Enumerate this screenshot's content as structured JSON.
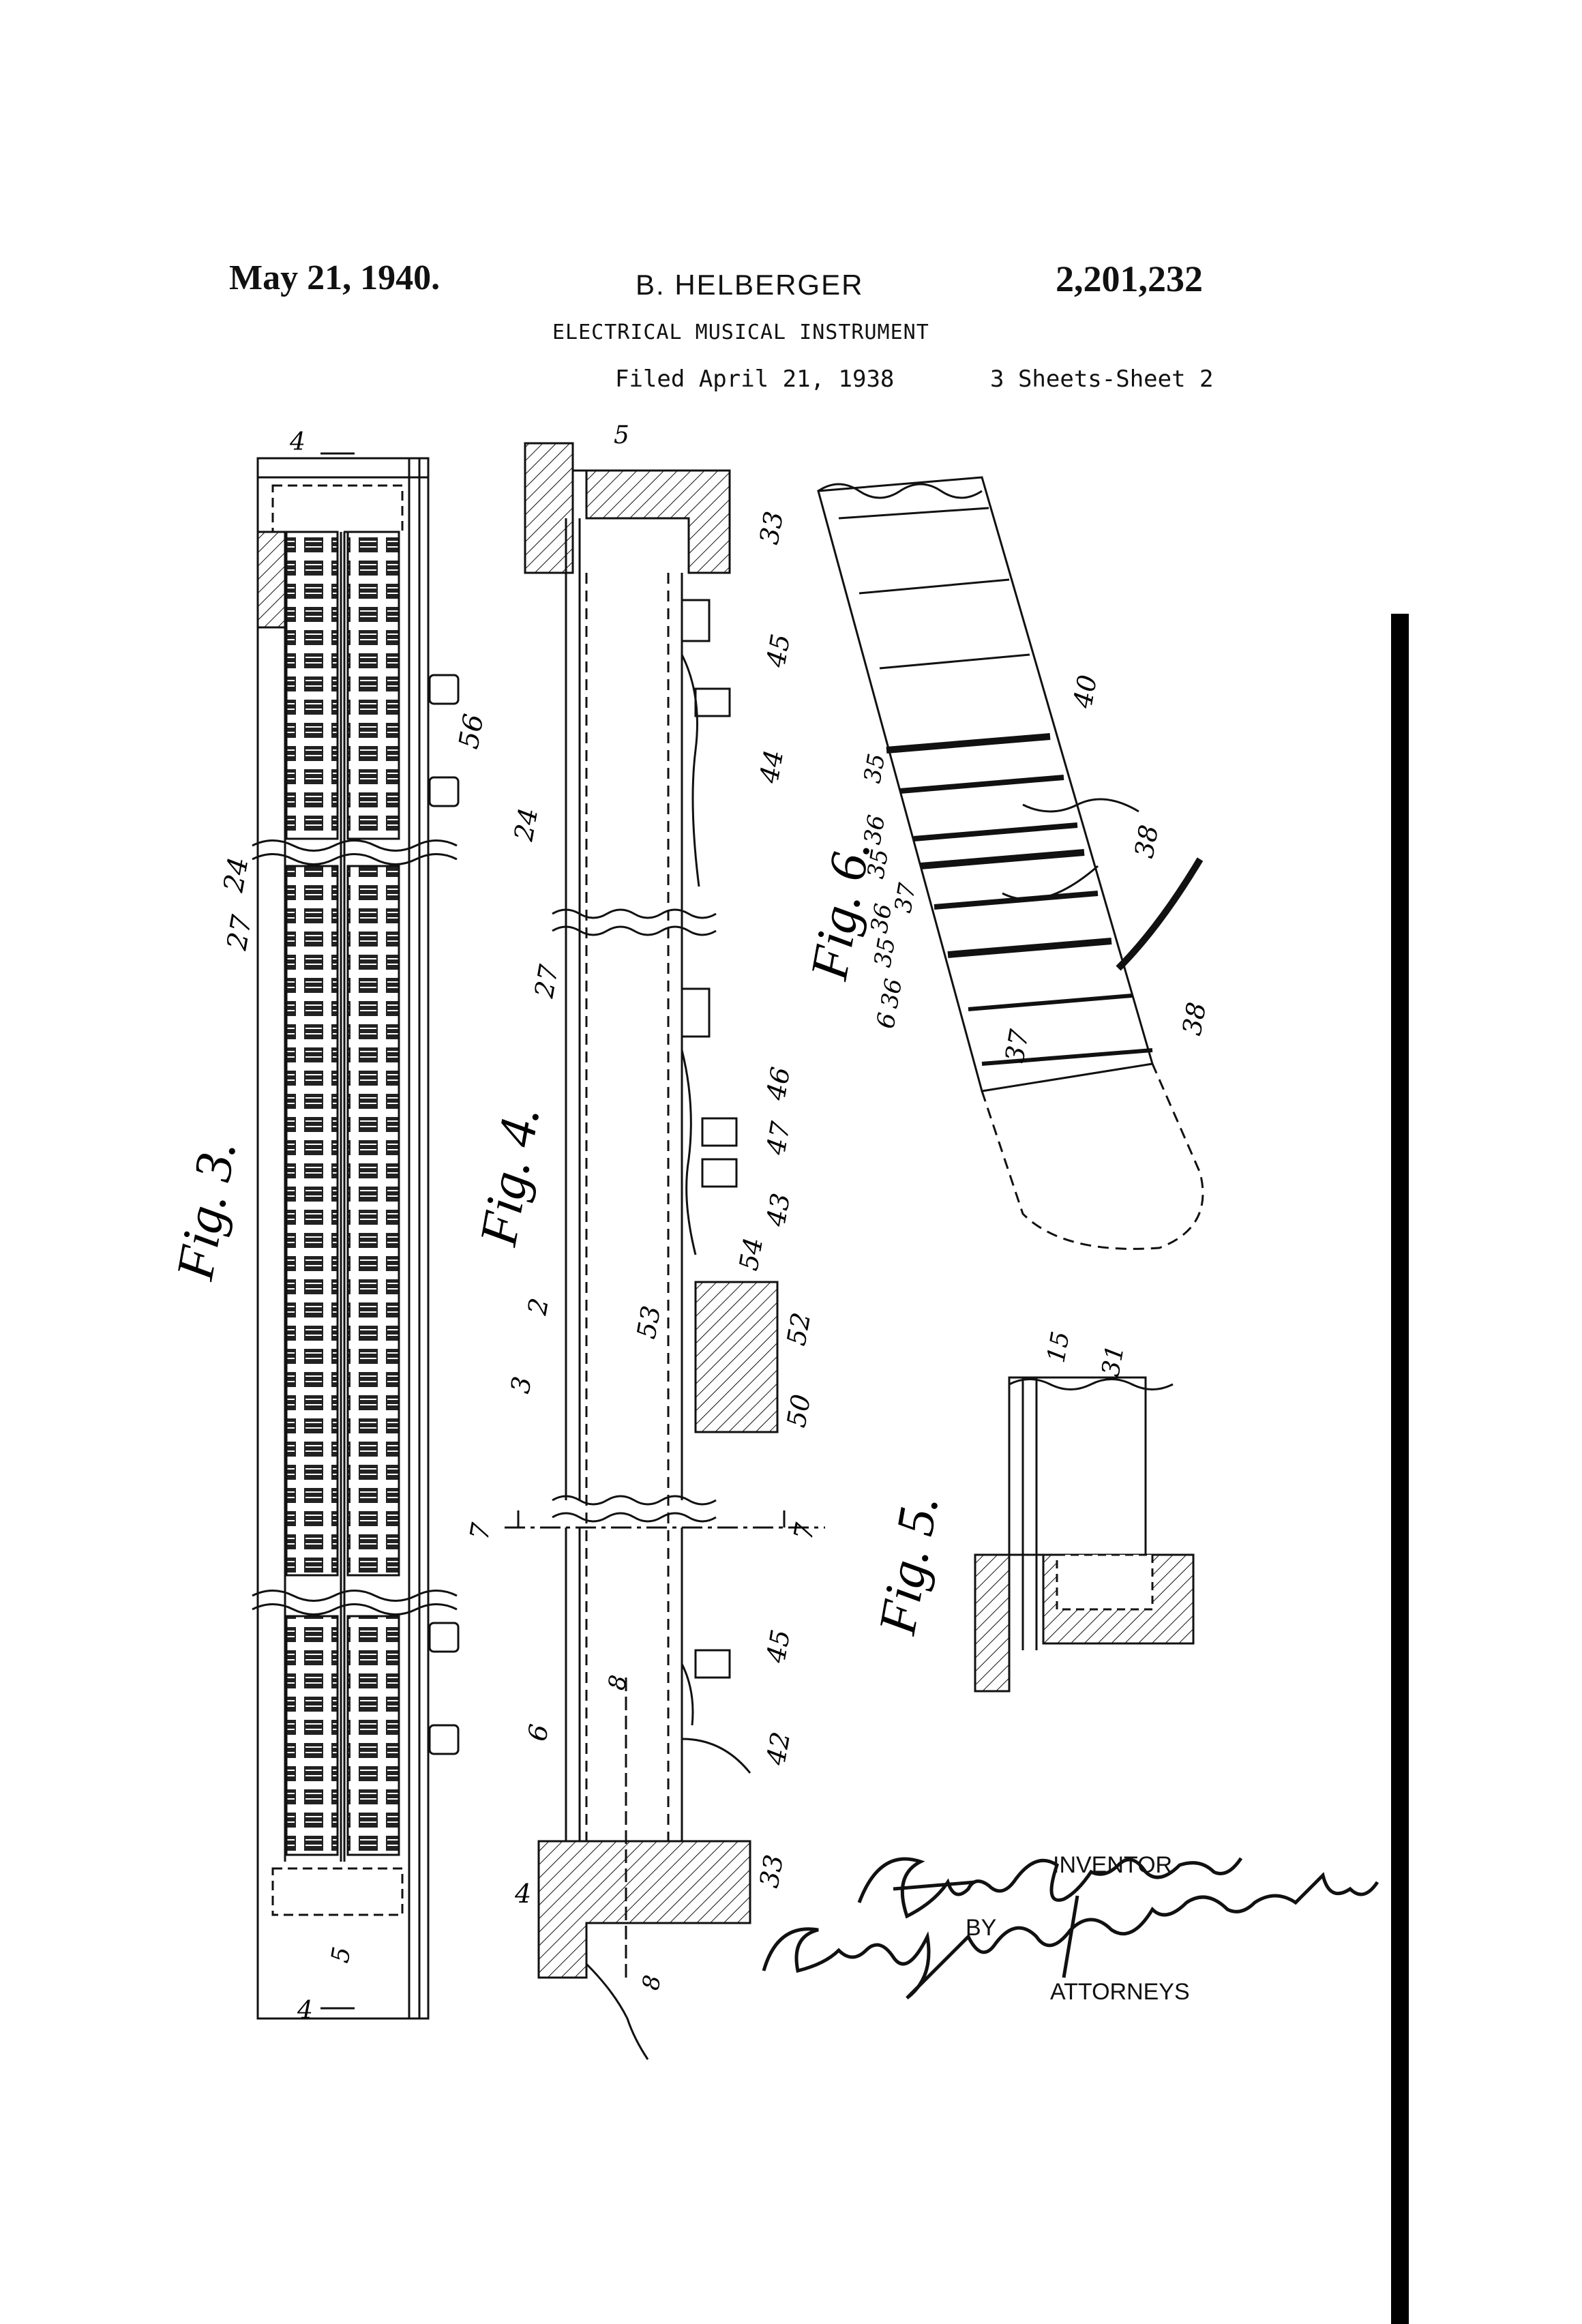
{
  "header": {
    "date": "May 21, 1940.",
    "inventor": "B. HELBERGER",
    "patent_number": "2,201,232",
    "title": "ELECTRICAL MUSICAL INSTRUMENT",
    "filed": "Filed April 21, 1938",
    "sheets": "3 Sheets-Sheet 2"
  },
  "figures": {
    "fig3": "Fig. 3.",
    "fig4": "Fig. 4.",
    "fig5": "Fig. 5.",
    "fig6": "Fig. 6."
  },
  "reference_numerals": {
    "fig3": [
      "4",
      "56",
      "27",
      "24",
      "5",
      "4"
    ],
    "fig4": [
      "5",
      "33",
      "45",
      "44",
      "24",
      "27",
      "46",
      "47",
      "43",
      "54",
      "53",
      "52",
      "50",
      "2",
      "3",
      "7",
      "7",
      "45",
      "42",
      "8",
      "6",
      "33",
      "4",
      "8"
    ],
    "fig5": [
      "15",
      "31"
    ],
    "fig6": [
      "40",
      "35",
      "36",
      "35",
      "37",
      "36",
      "35",
      "36",
      "38",
      "6",
      "37",
      "38"
    ]
  },
  "signature": {
    "inventor_label": "INVENTOR",
    "by_label": "BY",
    "attorneys_label": "ATTORNEYS",
    "inventor_signature": "Bruno Helberger",
    "attorneys_signature": "Emery, Varney, Whittemore & Dix"
  }
}
